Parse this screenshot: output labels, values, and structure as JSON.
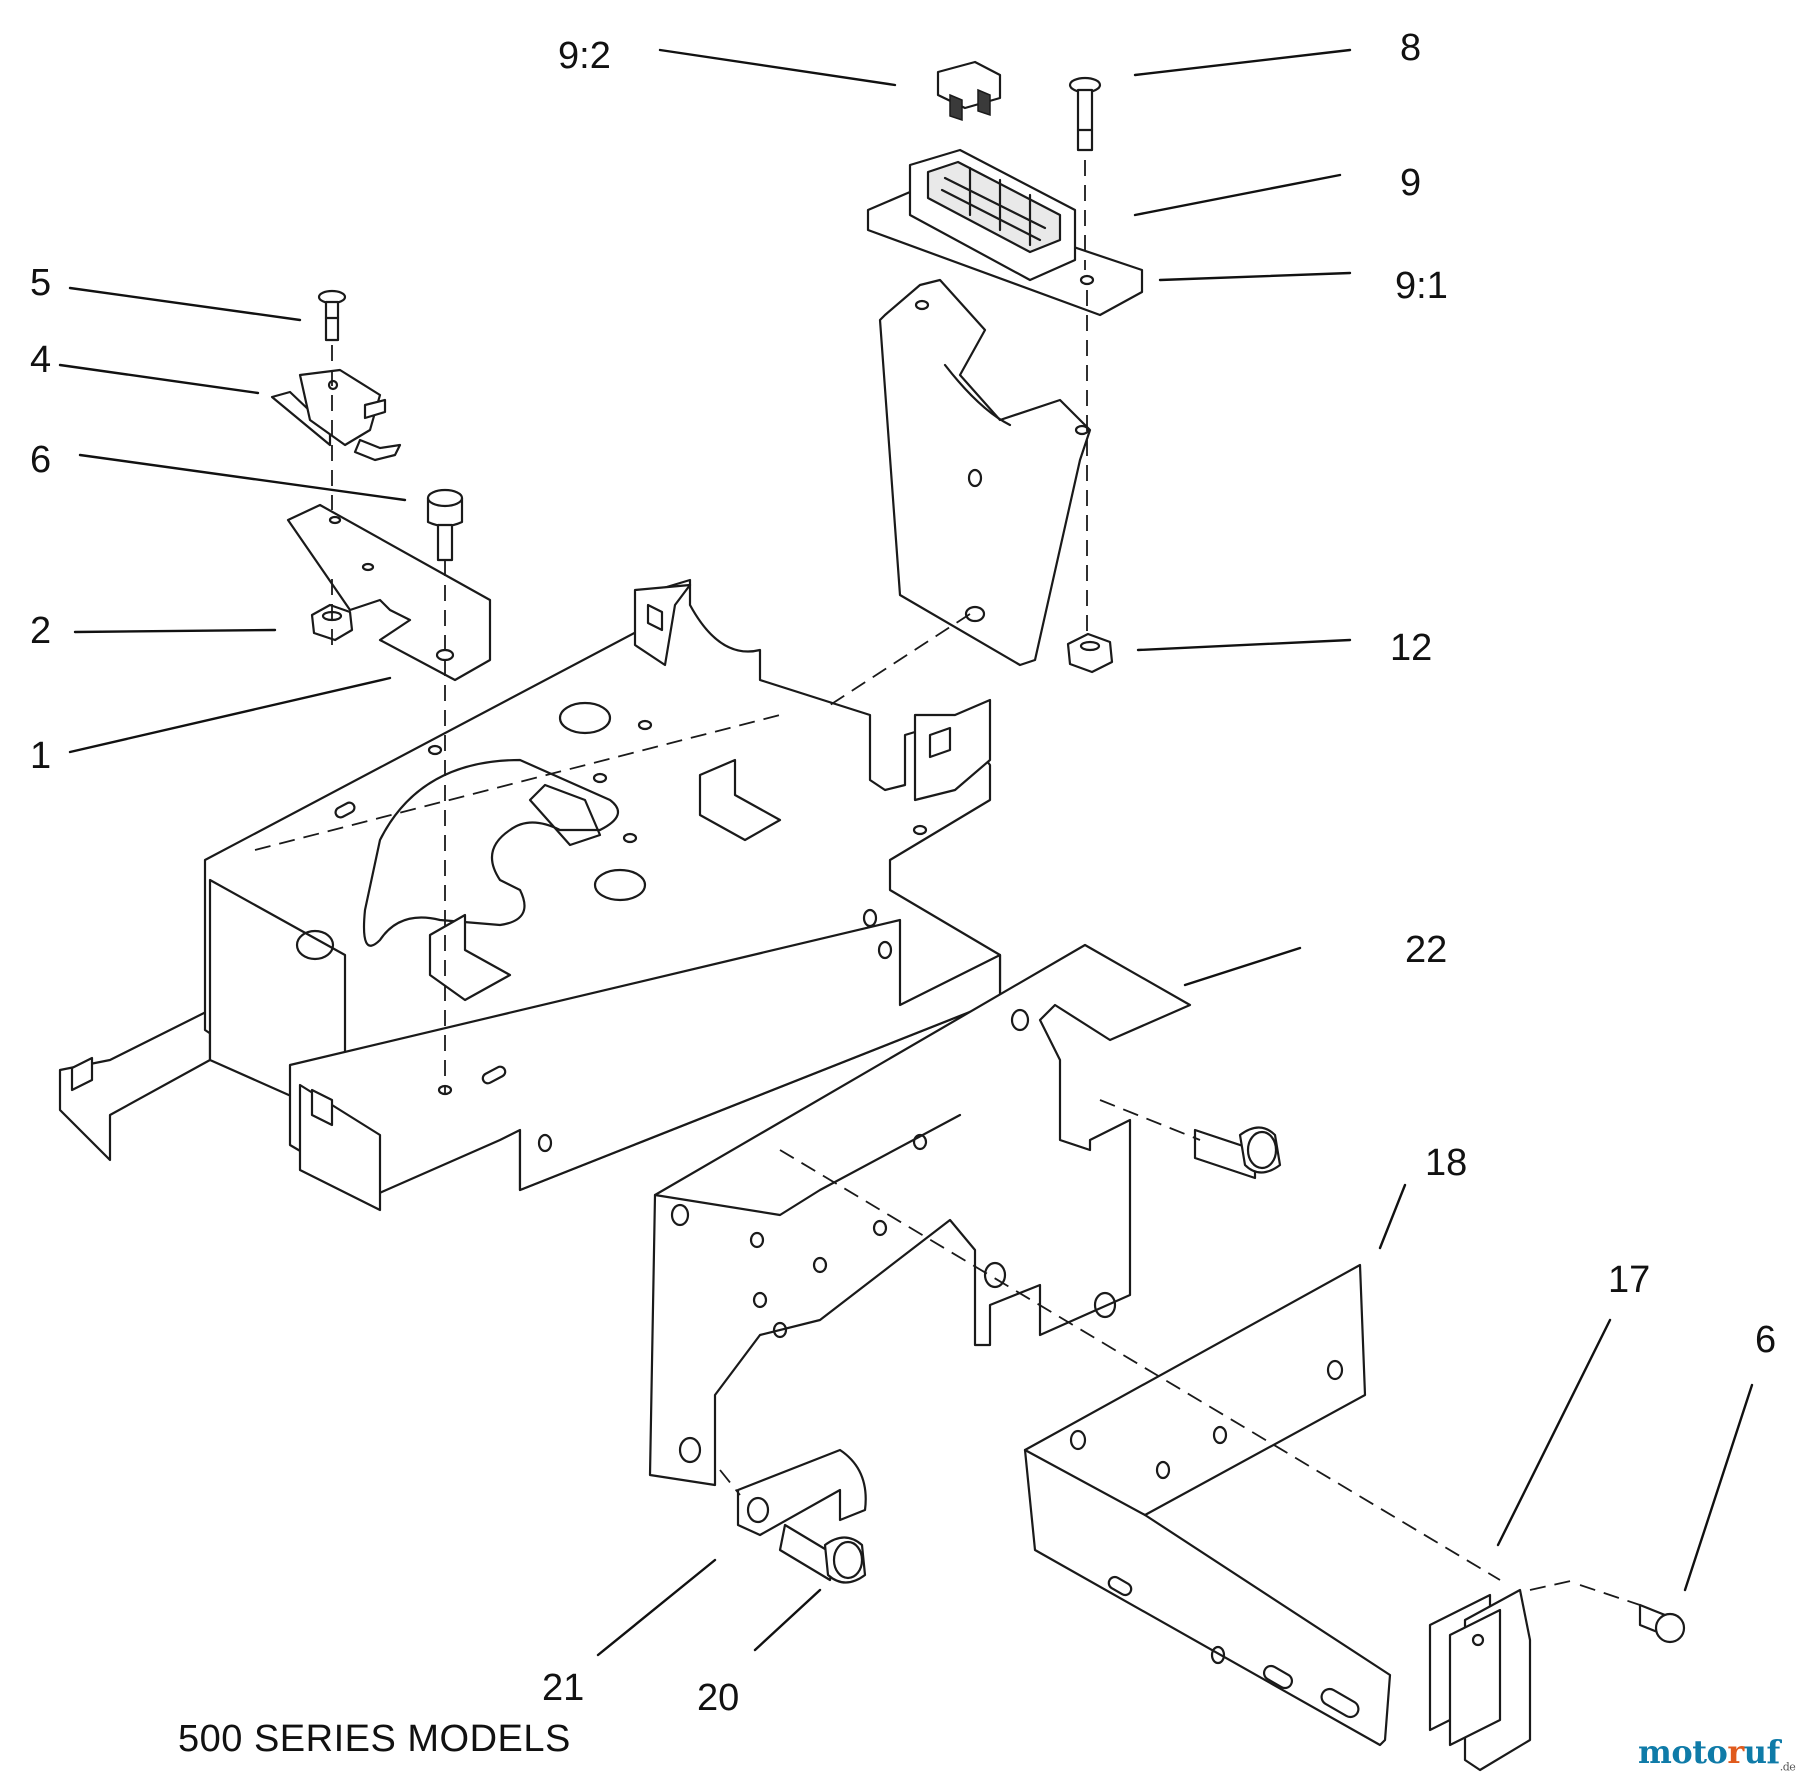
{
  "diagram": {
    "caption": "500 SERIES MODELS",
    "watermark": {
      "part1": "moto",
      "part2": "r",
      "part3": "uf",
      "suffix": ".de"
    },
    "callouts": [
      {
        "id": "c-9-2",
        "label": "9:2"
      },
      {
        "id": "c-8",
        "label": "8"
      },
      {
        "id": "c-9",
        "label": "9"
      },
      {
        "id": "c-9-1",
        "label": "9:1"
      },
      {
        "id": "c-5",
        "label": "5"
      },
      {
        "id": "c-4",
        "label": "4"
      },
      {
        "id": "c-6a",
        "label": "6"
      },
      {
        "id": "c-2",
        "label": "2"
      },
      {
        "id": "c-12",
        "label": "12"
      },
      {
        "id": "c-1",
        "label": "1"
      },
      {
        "id": "c-22",
        "label": "22"
      },
      {
        "id": "c-18",
        "label": "18"
      },
      {
        "id": "c-17",
        "label": "17"
      },
      {
        "id": "c-6b",
        "label": "6"
      },
      {
        "id": "c-21",
        "label": "21"
      },
      {
        "id": "c-20",
        "label": "20"
      }
    ]
  }
}
